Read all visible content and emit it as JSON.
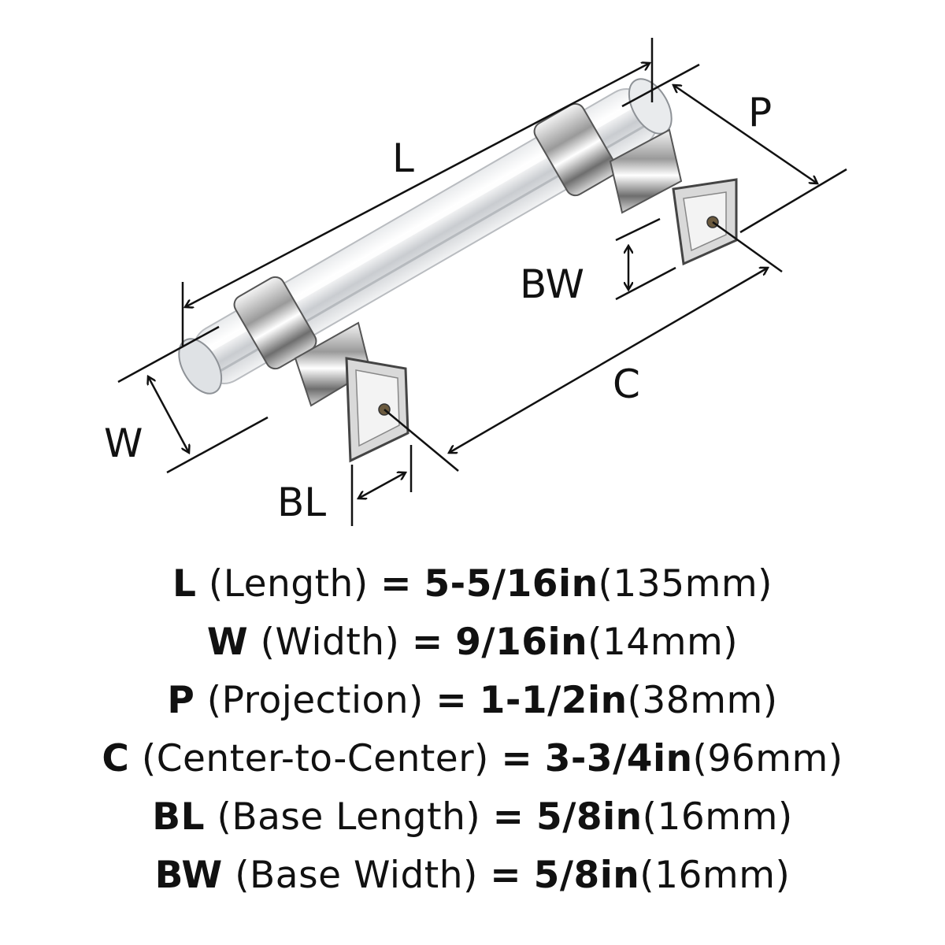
{
  "diagram": {
    "labels": {
      "L": "L",
      "P": "P",
      "BW": "BW",
      "C": "C",
      "W": "W",
      "BL": "BL"
    }
  },
  "specs": [
    {
      "code": "L",
      "name": "(Length)",
      "eq": "=",
      "imperial": "5-5/16in",
      "metric": "(135mm)"
    },
    {
      "code": "W",
      "name": "(Width)",
      "eq": "=",
      "imperial": "9/16in",
      "metric": "(14mm)"
    },
    {
      "code": "P",
      "name": "(Projection)",
      "eq": "=",
      "imperial": "1-1/2in",
      "metric": "(38mm)"
    },
    {
      "code": "C",
      "name": "(Center-to-Center)",
      "eq": "=",
      "imperial": "3-3/4in",
      "metric": "(96mm)"
    },
    {
      "code": "BL",
      "name": "(Base Length)",
      "eq": "=",
      "imperial": "5/8in",
      "metric": "(16mm)"
    },
    {
      "code": "BW",
      "name": "(Base Width)",
      "eq": "=",
      "imperial": "5/8in",
      "metric": "(16mm)"
    }
  ]
}
